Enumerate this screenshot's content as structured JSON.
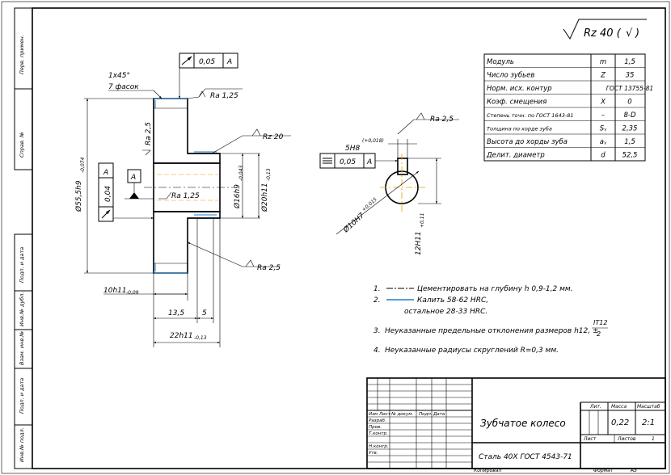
{
  "roughness": {
    "main": "Rz 40 (",
    "check": "√",
    "close": ")"
  },
  "params": [
    {
      "name": "Модуль",
      "sym": "m",
      "val": "1,5"
    },
    {
      "name": "Число зубьев",
      "sym": "Z",
      "val": "35"
    },
    {
      "name": "Норм. исх. контур",
      "sym": "",
      "val": "ГОСТ 13755-81"
    },
    {
      "name": "Коэф. смещения",
      "sym": "X",
      "val": "0"
    },
    {
      "name": "Степень точн. по ГОСТ 1643-81",
      "sym": "–",
      "val": "8-D"
    },
    {
      "name": "Толщина по хорде зуба",
      "sym": "Sᵧ",
      "val": "2,35"
    },
    {
      "name": "Высота до хорды зуба",
      "sym": "aᵧ",
      "val": "1,5"
    },
    {
      "name": "Делит. диаметр",
      "sym": "d",
      "val": "52,5"
    }
  ],
  "dims": {
    "chamfer": "1x45°",
    "chamfer_count": "7 фасок",
    "tol_frame_val": "0,05",
    "tol_frame_ref": "A",
    "ra125_top": "Ra 1,25",
    "ra25_left": "Ra 2,5",
    "rz20": "Rz 20",
    "phi55": "Ø55,5h9",
    "phi55_tol": "-0,074",
    "side_frame_val": "0,04",
    "side_frame_ref": "A",
    "datum": "A",
    "ra125_bore": "Ra 1,25",
    "phi16": "Ø16h9",
    "phi16_tol": "-0,043",
    "phi20": "Ø20h11",
    "phi20_tol": "-0,13",
    "ra25_bottom": "Ra 2,5",
    "w10": "10h11",
    "w10_tol": "-0,09",
    "w135": "13,5",
    "w5": "5",
    "w22": "22h11",
    "w22_tol": "-0,13",
    "key_width": "5H8",
    "key_width_tol": "(+0,018)",
    "key_frame_val": "0,05",
    "key_frame_ref": "A",
    "ra25_key": "Ra 2,5",
    "bore_h7": "Ø10H7",
    "bore_h7_tol": "+0,015",
    "key_depth": "12H11",
    "key_depth_tol": "+0,11"
  },
  "notes": [
    {
      "num": "1.",
      "text": "Цементировать на глубину h 0,9-1,2 мм."
    },
    {
      "num": "2.",
      "text": "Калить 58-62 HRC,"
    },
    {
      "num": "",
      "text": "остальное 28-33 HRC."
    },
    {
      "num": "3.",
      "text": "Неуказанные предельные отклонения размеров h12, ±"
    },
    {
      "num": "4.",
      "text": "Неуказанные радиусы скруглений R=0,3 мм."
    }
  ],
  "frac_num": "IT12",
  "frac_den": "2",
  "left_strip": [
    "Перв. примен.",
    "Справ. №",
    "Подп. и дата",
    "Инв.№ дубл.",
    "Взам. инв.№",
    "Подп. и дата",
    "Инв.№ подл."
  ],
  "title_block": {
    "name": "Зубчатое колесо",
    "material": "Сталь 40Х ГОСТ 4543-71",
    "lit_label": "Лит.",
    "mass_label": "Масса",
    "scale_label": "Масштаб",
    "mass": "0,22",
    "scale": "2:1",
    "sheet_label": "Лист",
    "sheets_label": "Листов",
    "sheets": "1",
    "rows": [
      "Изм",
      "Лист",
      "№ докум.",
      "Подп.",
      "Дата"
    ],
    "roles": [
      "Разраб.",
      "Пров.",
      "Т.контр.",
      "",
      "Н.контр.",
      "Утв."
    ],
    "copied": "Копировал",
    "format": "Формат",
    "format_val": "A3"
  }
}
